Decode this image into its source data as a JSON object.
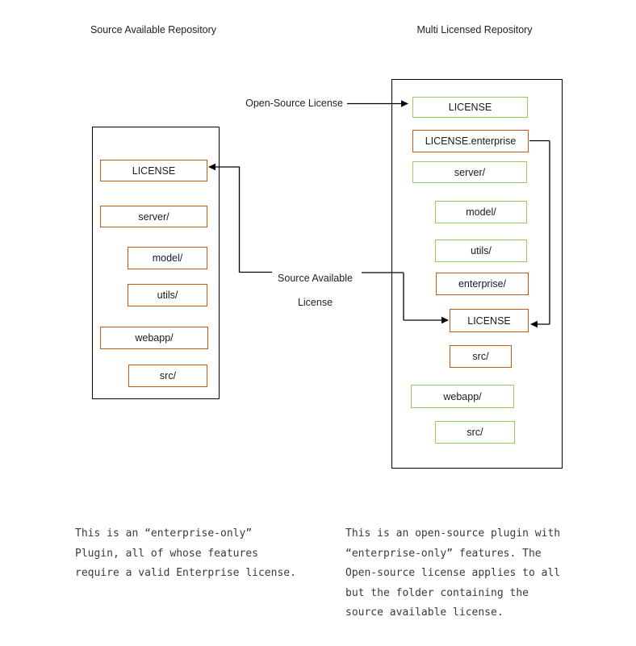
{
  "colors": {
    "green": "#92d050",
    "orange": "#c55a11",
    "line_black": "#000000",
    "line_gray": "#595959"
  },
  "left_repo": {
    "title": "Source Available Repository",
    "items": [
      {
        "label": "LICENSE",
        "color": "orange",
        "indent": 0
      },
      {
        "label": "server/",
        "color": "orange",
        "indent": 0
      },
      {
        "label": "model/",
        "color": "orange",
        "indent": 1
      },
      {
        "label": "utils/",
        "color": "orange",
        "indent": 1
      },
      {
        "label": "webapp/",
        "color": "orange",
        "indent": 0
      },
      {
        "label": "src/",
        "color": "orange",
        "indent": 1
      }
    ]
  },
  "right_repo": {
    "title": "Multi Licensed Repository",
    "items": [
      {
        "label": "LICENSE",
        "color": "green",
        "indent": 0
      },
      {
        "label": "LICENSE.enterprise",
        "color": "orange",
        "indent": 0
      },
      {
        "label": "server/",
        "color": "green",
        "indent": 0
      },
      {
        "label": "model/",
        "color": "green",
        "indent": 1
      },
      {
        "label": "utils/",
        "color": "green",
        "indent": 1
      },
      {
        "label": "enterprise/",
        "color": "orange",
        "indent": 1
      },
      {
        "label": "LICENSE",
        "color": "orange",
        "indent": 2
      },
      {
        "label": "src/",
        "color": "orange",
        "indent": 2
      },
      {
        "label": "webapp/",
        "color": "green",
        "indent": 0
      },
      {
        "label": "src/",
        "color": "green",
        "indent": 1
      }
    ]
  },
  "connector_labels": {
    "open_source": "Open-Source License",
    "source_available": [
      "Source Available",
      "License"
    ]
  },
  "captions": {
    "left": [
      "This is an “enterprise-only”",
      "Plugin, all of whose features",
      "require a valid Enterprise license."
    ],
    "right": [
      "This is an open-source plugin with",
      "“enterprise-only” features. The",
      "Open-source license applies to all",
      "but the folder containing the",
      "source available license."
    ]
  }
}
